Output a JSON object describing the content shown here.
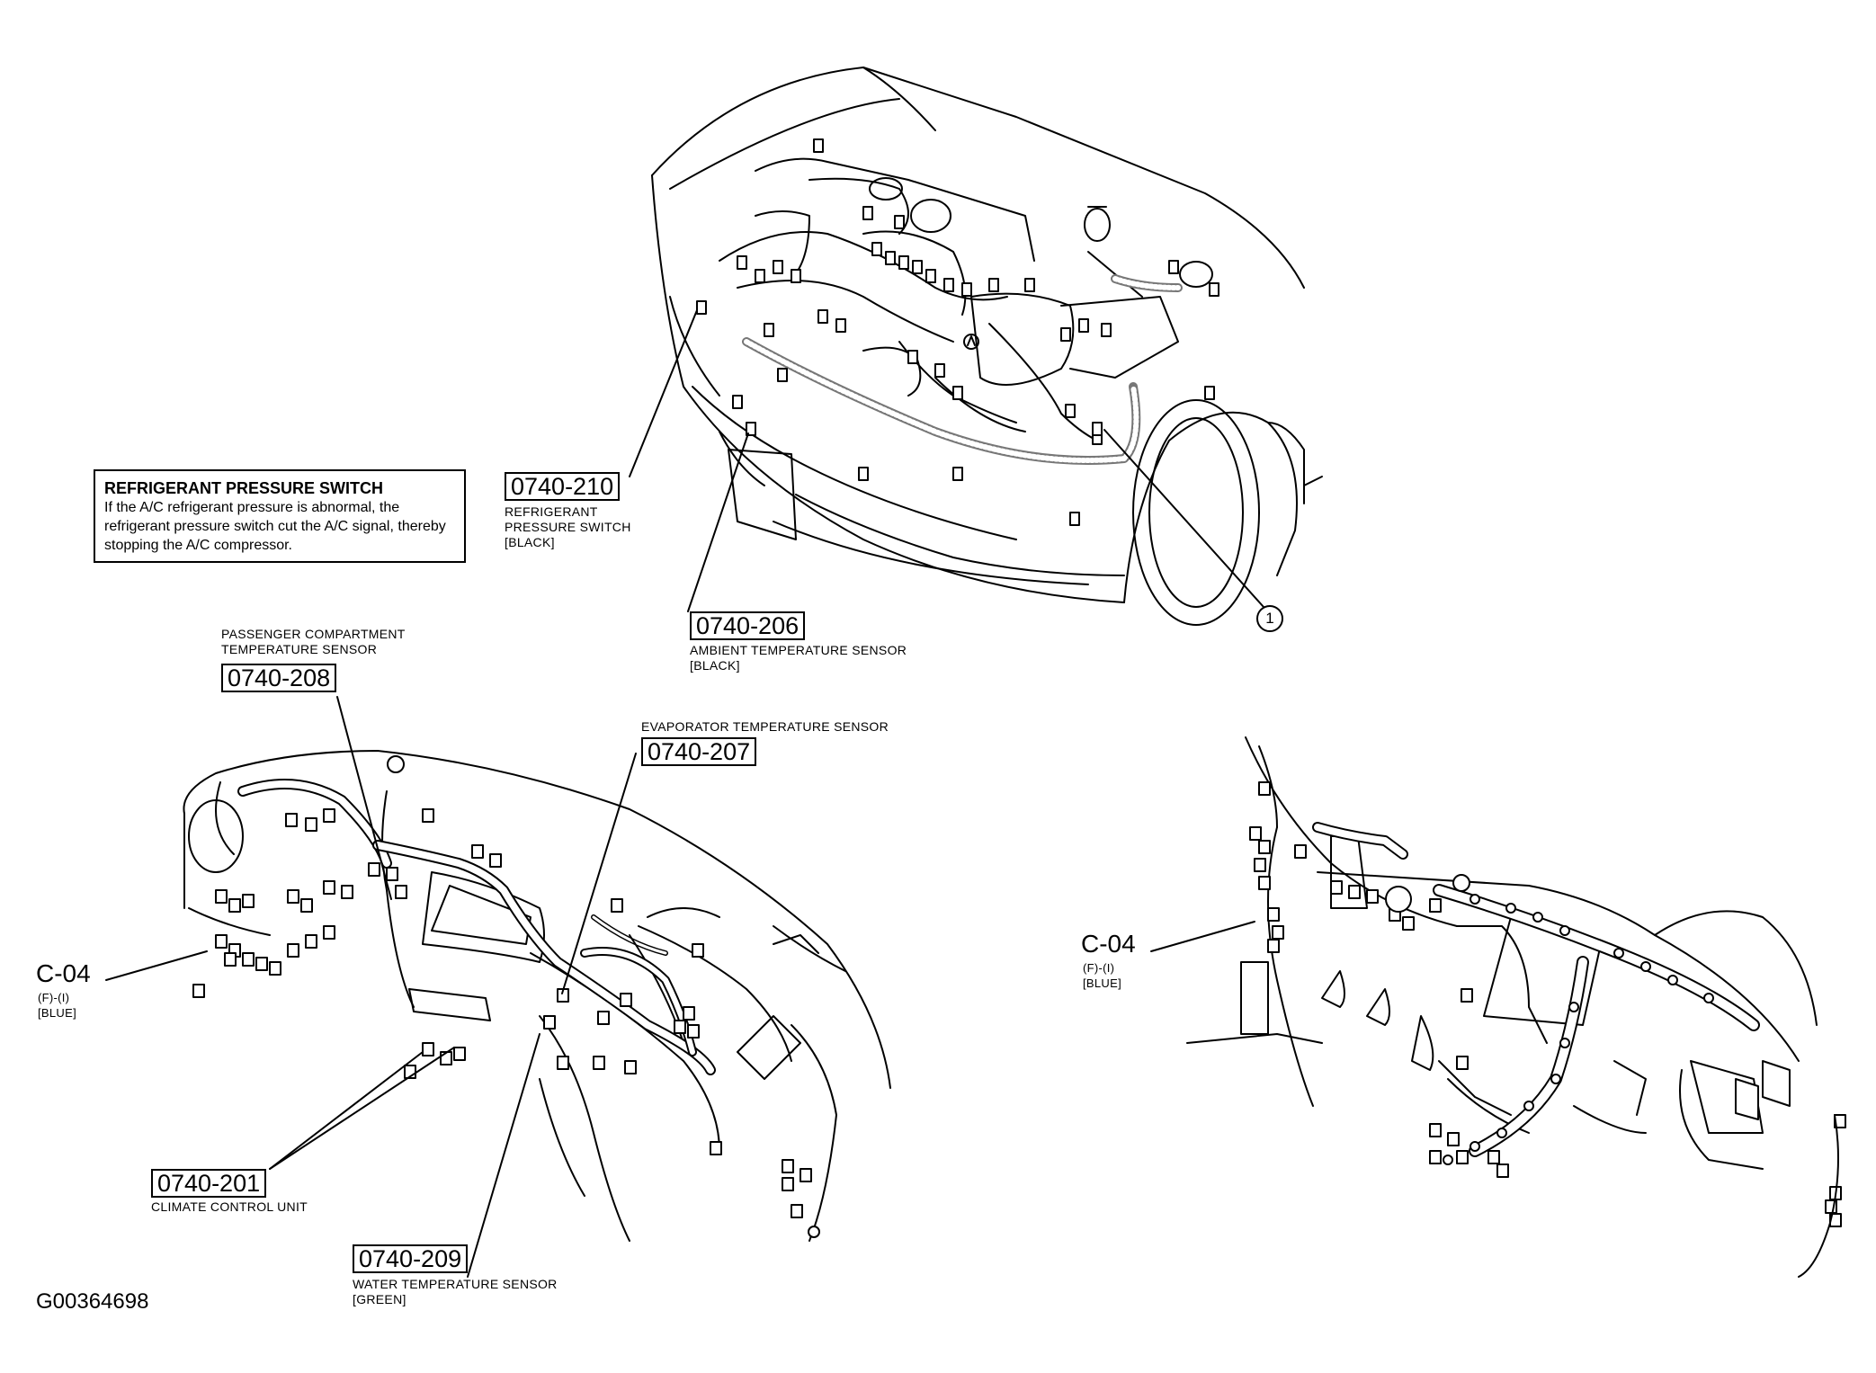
{
  "note": {
    "title": "REFRIGERANT PRESSURE SWITCH",
    "body": "If the A/C refrigerant pressure is abnormal, the refrigerant pressure switch cut the A/C signal, thereby stopping the A/C compressor."
  },
  "connectors": {
    "c210": {
      "code": "0740-210",
      "line1": "REFRIGERANT",
      "line2": "PRESSURE SWITCH",
      "line3": "[BLACK]"
    },
    "c206": {
      "code": "0740-206",
      "line1": "AMBIENT TEMPERATURE SENSOR",
      "line2": "[BLACK]"
    },
    "c208": {
      "code": "0740-208",
      "line1": "PASSENGER COMPARTMENT",
      "line2": "TEMPERATURE SENSOR"
    },
    "c207": {
      "code": "0740-207",
      "line1": "EVAPORATOR TEMPERATURE SENSOR"
    },
    "c201": {
      "code": "0740-201",
      "line1": "CLIMATE CONTROL UNIT"
    },
    "c209": {
      "code": "0740-209",
      "line1": "WATER TEMPERATURE SENSOR",
      "line2": "[GREEN]"
    },
    "c04_left": {
      "name": "C-04",
      "line1": "(F)-(I)",
      "line2": "[BLUE]"
    },
    "c04_right": {
      "name": "C-04",
      "line1": "(F)-(I)",
      "line2": "[BLUE]"
    }
  },
  "callout_1": "1",
  "figure_id": "G00364698"
}
